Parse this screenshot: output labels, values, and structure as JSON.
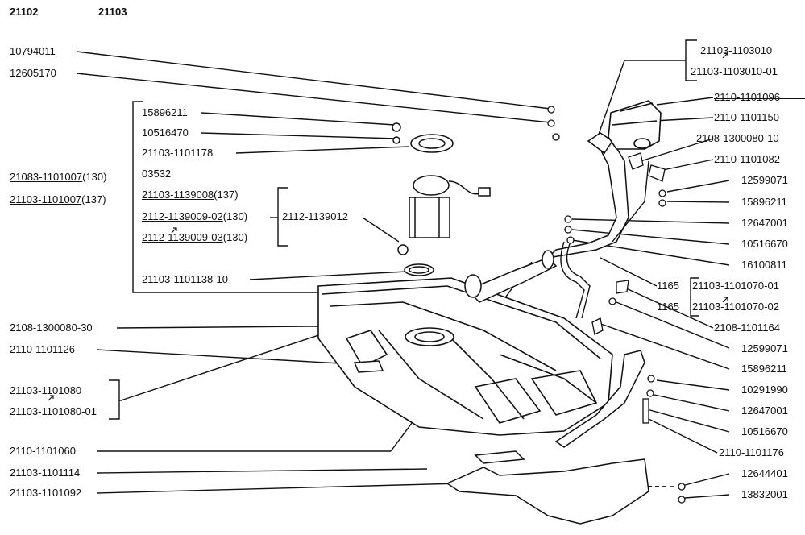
{
  "header": {
    "model_a": "21102",
    "model_b": "21103"
  },
  "left_labels": {
    "l1": "10794011",
    "l2": "12605170",
    "l3": "15896211",
    "l4": "10516470",
    "l5": "21103-1101178",
    "l6": "03532",
    "l7_code": "21103-1139008",
    "l7_note": "(137)",
    "l8_code": "2112-1139009-02",
    "l8_note": "(130)",
    "l9_code": "2112-1139009-03",
    "l9_note": "(130)",
    "l10": "2112-1139012",
    "l11": "21103-1101138-10",
    "l12": "2108-1300080-30",
    "l13": "2110-1101126",
    "l14": "21103-1101080",
    "l15": "21103-1101080-01",
    "l16": "2110-1101060",
    "l17": "21103-1101114",
    "l18": "21103-1101092",
    "tank_a_code": "21083-1101007",
    "tank_a_note": "(130)",
    "tank_b_code": "21103-1101007",
    "tank_b_note": "(137)"
  },
  "right_labels": {
    "r1": "21103-1103010",
    "r2": "21103-1103010-01",
    "r3": "2110-1101096",
    "r4": "2110-1101150",
    "r5": "2108-1300080-10",
    "r6": "2110-1101082",
    "r7": "12599071",
    "r8": "15896211",
    "r9": "12647001",
    "r10": "10516670",
    "r11": "16100811",
    "r12_prefix": "1165",
    "r12": "21103-1101070-01",
    "r13_prefix": "1165",
    "r13": "21103-1101070-02",
    "r14": "2108-1101164",
    "r15": "12599071",
    "r16": "15896211",
    "r17": "10291990",
    "r18": "12647001",
    "r19": "10516670",
    "r20": "2110-1101176",
    "r21": "12644401",
    "r22": "13832001"
  }
}
